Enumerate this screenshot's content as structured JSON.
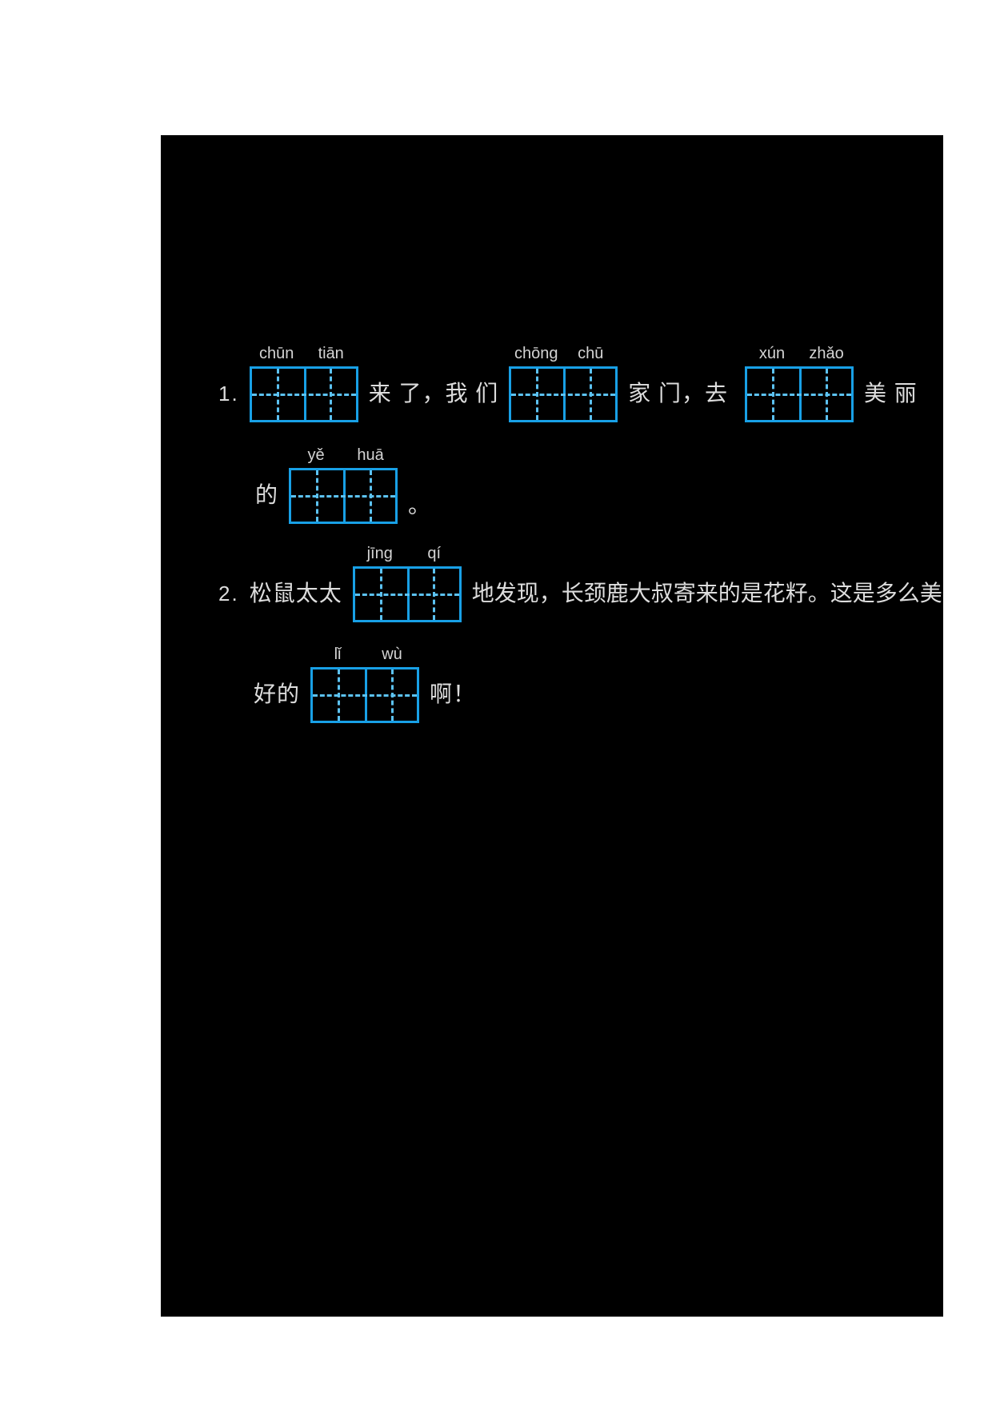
{
  "document": {
    "kind": "chinese-pinyin-fill-in-worksheet-scan-inverted",
    "colors": {
      "page_background": "#000000",
      "canvas_background": "#ffffff",
      "grid_border": "#18a0e6",
      "grid_dash": "#5cc2f2",
      "text": "#dddddd",
      "pinyin": "#d4d4d4"
    },
    "rows": [
      {
        "number": "1.",
        "grid1_pinyin": [
          "chūn",
          "tiān"
        ],
        "text_after_grid1": "来 了，我 们",
        "grid2_pinyin": [
          "chōng",
          "chū"
        ],
        "text_after_grid2": "家 门，去",
        "grid3_pinyin": [
          "xún",
          "zhǎo"
        ],
        "text_after_grid3": "美 丽"
      },
      {
        "text_before": "的",
        "grid_pinyin": [
          "yě",
          "huā"
        ],
        "text_after": "。"
      },
      {
        "number": "2.",
        "text_before": "松鼠太太",
        "grid_pinyin": [
          "jīng",
          "qí"
        ],
        "text_after": "地发现，长颈鹿大叔寄来的是花籽。这是多么美"
      },
      {
        "text_before": "好的",
        "grid_pinyin": [
          "lǐ",
          "wù"
        ],
        "text_after": "啊！"
      }
    ]
  }
}
